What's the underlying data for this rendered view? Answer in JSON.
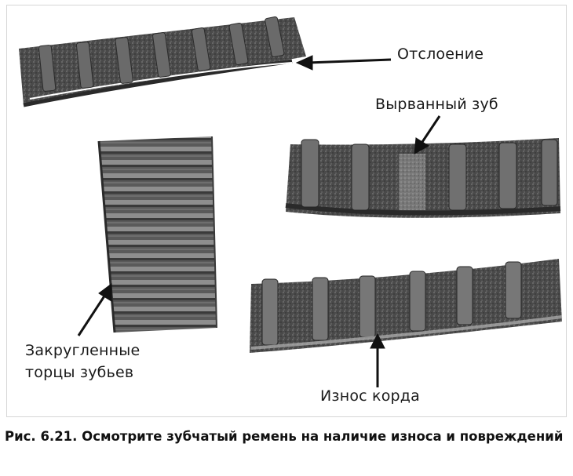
{
  "figure": {
    "labels": {
      "delamination": "Отслоение",
      "torn_tooth": "Вырванный зуб",
      "rounded_ends_line1": "Закругленные",
      "rounded_ends_line2": "торцы зубьев",
      "cord_wear": "Износ корда"
    },
    "caption": "Рис. 6.21. Осмотрите зубчатый ремень на наличие износа и повреждений"
  },
  "colors": {
    "belt_dark": "#3d3d3d",
    "belt_mid": "#6b6b6b",
    "belt_light": "#9a9a9a",
    "arrow": "#111111",
    "paper": "#ffffff"
  }
}
